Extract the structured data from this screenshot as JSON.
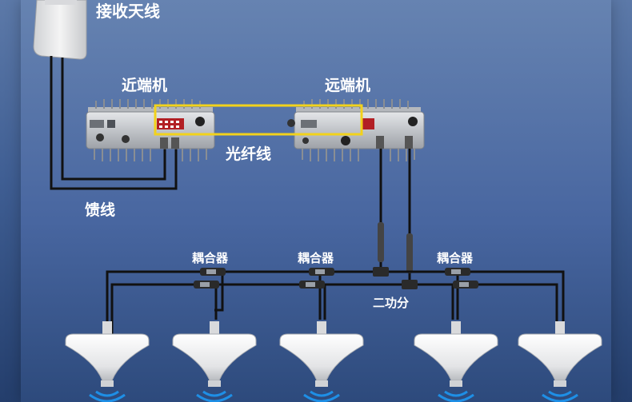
{
  "labels": {
    "receive_antenna": "接收天线",
    "near_end_unit": "近端机",
    "far_end_unit": "远端机",
    "optical_fiber": "光纤线",
    "feeder": "馈线",
    "coupler_1": "耦合器",
    "coupler_2": "耦合器",
    "coupler_3": "耦合器",
    "splitter": "二功分"
  },
  "colors": {
    "background_top": "#6683b1",
    "background_bottom": "#2d4a7c",
    "cable": "#111111",
    "fiber_highlight": "#f2d21b",
    "device_body": "#c9ccd0",
    "antenna_body": "#e8e8e8",
    "signal_wave": "#1e8fe6"
  },
  "icons": {
    "panel_antenna": "panel-antenna-icon",
    "repeater_unit": "repeater-unit-icon",
    "ceiling_antenna": "ceiling-antenna-icon",
    "coupler": "coupler-icon",
    "splitter": "splitter-icon",
    "signal": "signal-wave-icon"
  }
}
